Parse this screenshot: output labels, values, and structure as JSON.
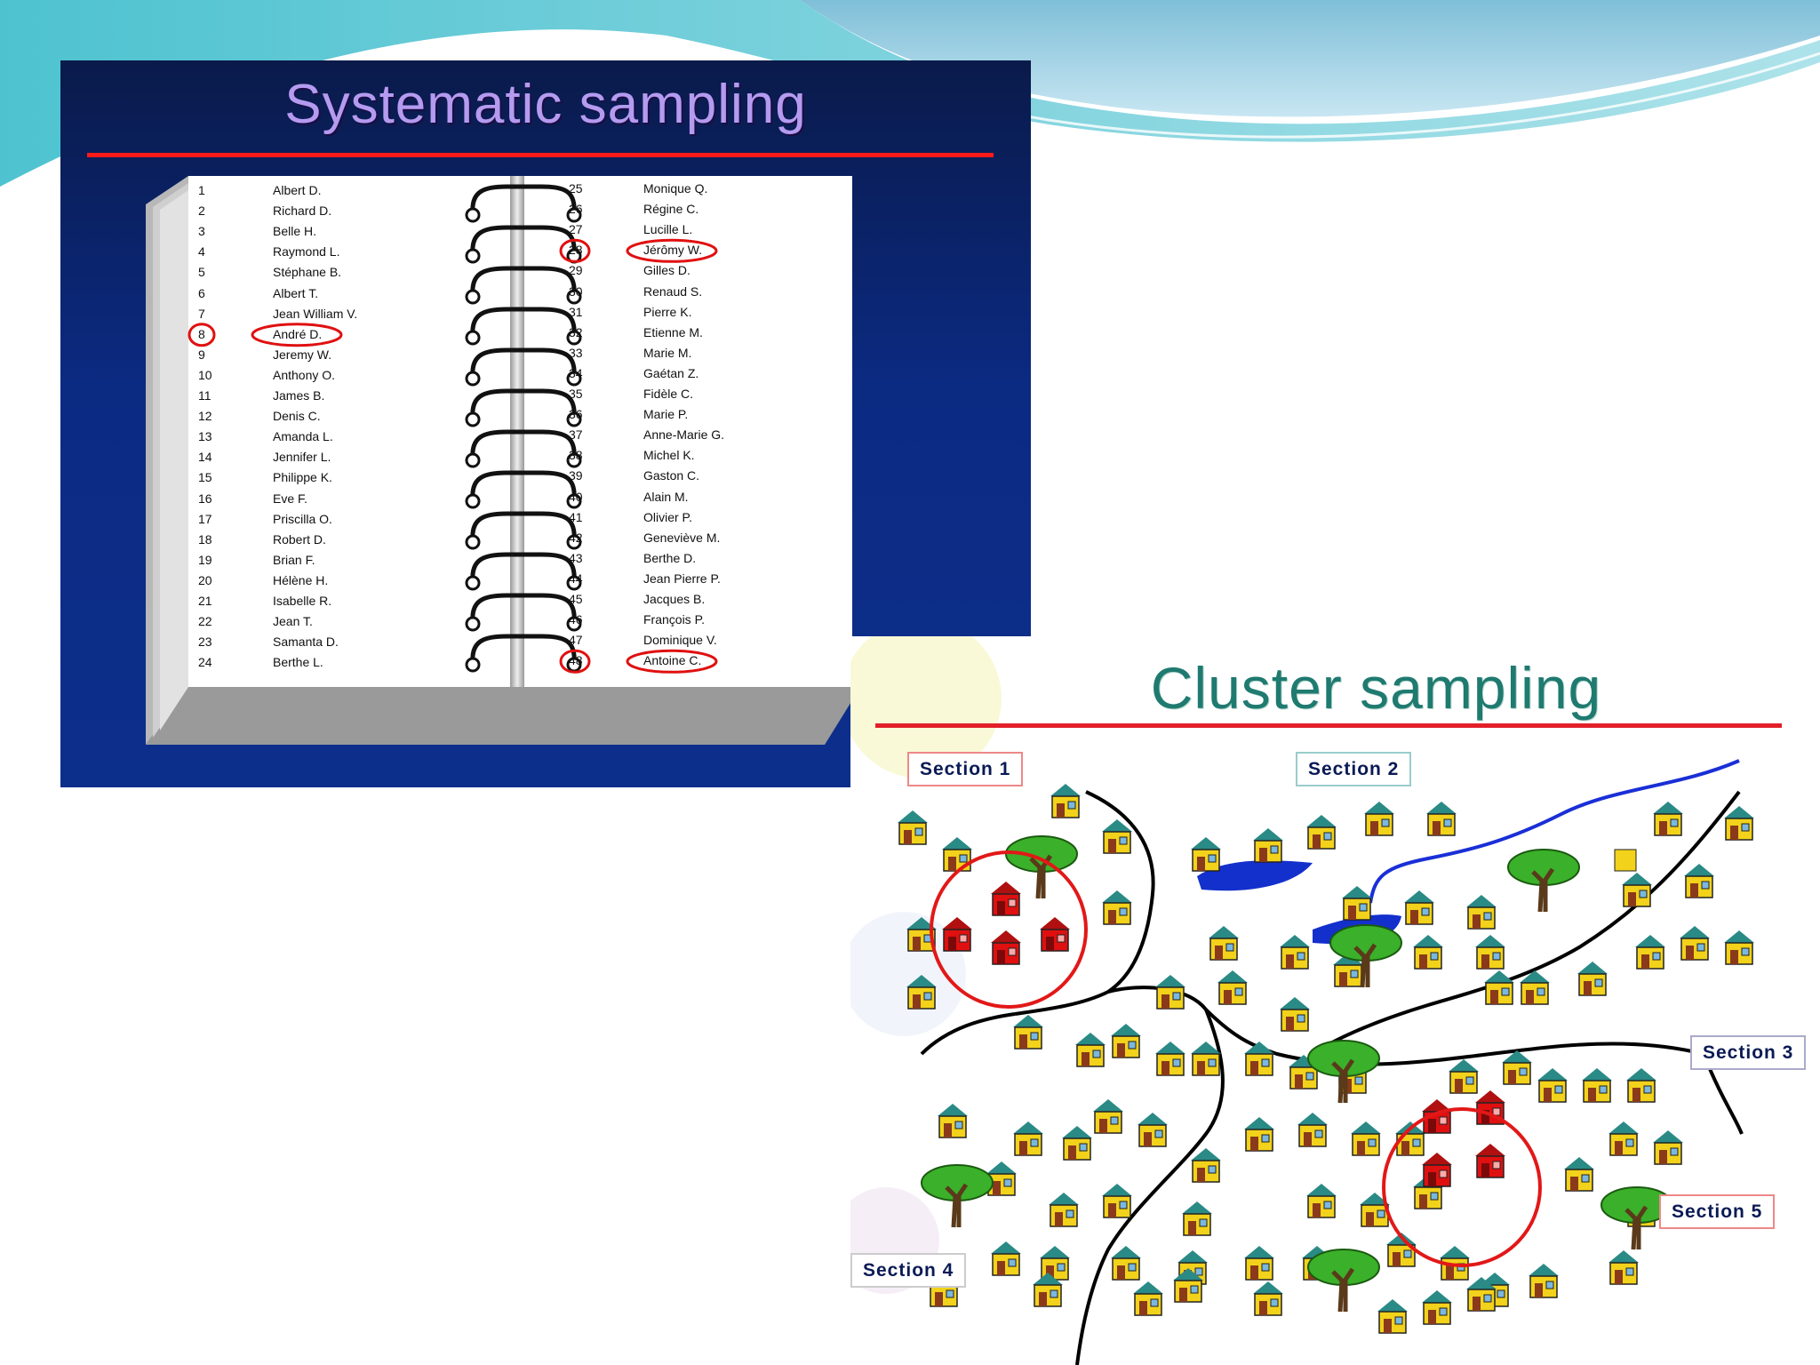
{
  "systematic": {
    "title": "Systematic sampling",
    "left_column": [
      {
        "n": "1",
        "name": "Albert D."
      },
      {
        "n": "2",
        "name": "Richard D."
      },
      {
        "n": "3",
        "name": "Belle H."
      },
      {
        "n": "4",
        "name": "Raymond L."
      },
      {
        "n": "5",
        "name": "Stéphane B."
      },
      {
        "n": "6",
        "name": "Albert T."
      },
      {
        "n": "7",
        "name": "Jean William V."
      },
      {
        "n": "8",
        "name": "André D."
      },
      {
        "n": "9",
        "name": "Jeremy W."
      },
      {
        "n": "10",
        "name": "Anthony O."
      },
      {
        "n": "11",
        "name": "James B."
      },
      {
        "n": "12",
        "name": "Denis C."
      },
      {
        "n": "13",
        "name": "Amanda L."
      },
      {
        "n": "14",
        "name": "Jennifer L."
      },
      {
        "n": "15",
        "name": "Philippe K."
      },
      {
        "n": "16",
        "name": "Eve F."
      },
      {
        "n": "17",
        "name": "Priscilla O."
      },
      {
        "n": "18",
        "name": "Robert D."
      },
      {
        "n": "19",
        "name": "Brian F."
      },
      {
        "n": "20",
        "name": "Hélène H."
      },
      {
        "n": "21",
        "name": "Isabelle R."
      },
      {
        "n": "22",
        "name": "Jean T."
      },
      {
        "n": "23",
        "name": "Samanta D."
      },
      {
        "n": "24",
        "name": "Berthe L."
      }
    ],
    "right_column": [
      {
        "n": "25",
        "name": "Monique Q."
      },
      {
        "n": "26",
        "name": "Régine C."
      },
      {
        "n": "27",
        "name": "Lucille L."
      },
      {
        "n": "28",
        "name": "Jérômy W."
      },
      {
        "n": "29",
        "name": "Gilles D."
      },
      {
        "n": "30",
        "name": "Renaud S."
      },
      {
        "n": "31",
        "name": "Pierre K."
      },
      {
        "n": "32",
        "name": "Etienne M."
      },
      {
        "n": "33",
        "name": "Marie M."
      },
      {
        "n": "34",
        "name": "Gaétan Z."
      },
      {
        "n": "35",
        "name": "Fidèle C."
      },
      {
        "n": "36",
        "name": "Marie P."
      },
      {
        "n": "37",
        "name": "Anne-Marie G."
      },
      {
        "n": "38",
        "name": "Michel K."
      },
      {
        "n": "39",
        "name": "Gaston C."
      },
      {
        "n": "40",
        "name": "Alain M."
      },
      {
        "n": "41",
        "name": "Olivier P."
      },
      {
        "n": "42",
        "name": "Geneviève M."
      },
      {
        "n": "43",
        "name": "Berthe D."
      },
      {
        "n": "44",
        "name": "Jean Pierre P."
      },
      {
        "n": "45",
        "name": "Jacques B."
      },
      {
        "n": "46",
        "name": "François P."
      },
      {
        "n": "47",
        "name": "Dominique V."
      },
      {
        "n": "48",
        "name": "Antoine C."
      }
    ],
    "highlighted": [
      "8",
      "28",
      "48"
    ],
    "colors": {
      "title": "#b59bf0",
      "rule": "#ff1a1a",
      "circle": "#e01010"
    }
  },
  "cluster": {
    "title": "Cluster sampling",
    "sections": [
      "Section 1",
      "Section 2",
      "Section 3",
      "Section 4",
      "Section 5"
    ],
    "colors": {
      "title": "#1f7a70",
      "rule": "#e2202a",
      "house": "#f2d21b",
      "selected_house": "#e01010",
      "river": "#1a2fd6",
      "lake": "#1330cc",
      "tree": "#3bb02a"
    }
  }
}
